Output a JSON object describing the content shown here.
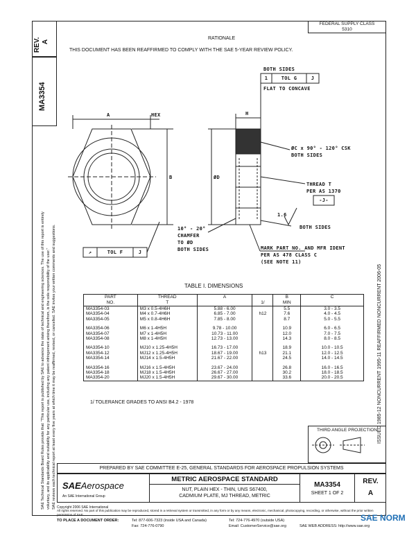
{
  "header": {
    "rev_label": "REV.",
    "rev_value": "A",
    "doc_number": "MA3354",
    "federal_supply_class": "FEDERAL SUPPLY CLASS",
    "fsc_value": "5310",
    "rationale_title": "RATIONALE",
    "rationale_text": "THIS DOCUMENT HAS BEEN REAFFIRMED TO COMPLY WITH THE SAE 5-YEAR REVIEW POLICY."
  },
  "left_notice": [
    "SAE Technical Standards Board Rules provide that: \"This report is published by SAE to advance the state of technical and engineering sciences. The use of this report is entirely",
    "voluntary, and its applicability and suitability for any particular use, including any patent infringement arising therefrom, is the sole responsibility of the user.\"",
    "SAE reviews each technical report at least every five years at which time it may be reaffirmed, revised, or cancelled. SAE invites your written comments and suggestions."
  ],
  "right_history": "ISSUED 1985-12     NONCURRENT 1995-11     REAFFIRMED  NONCURRENT  2006-05",
  "drawing": {
    "both_sides_top": "BOTH SIDES",
    "fcf_top": [
      "1",
      "TOL G",
      "J"
    ],
    "flat_to_concave": "FLAT TO CONCAVE",
    "label_a": "A",
    "label_hex": "HEX",
    "label_h": "H",
    "label_b": "B",
    "label_d": "ØD",
    "csk_note": "ØC x 90° - 120° CSK",
    "csk_both": "BOTH SIDES",
    "thread_note": "THREAD T",
    "thread_per": "PER AS 1370",
    "datum_j": "-J-",
    "finish": "1.6",
    "finish_both": "BOTH SIDES",
    "chamfer_1": "10° - 20°",
    "chamfer_2": "CHAMFER",
    "chamfer_3": "TO ØD",
    "chamfer_4": "BOTH SIDES",
    "fcf_bottom": [
      "↗",
      "TOL F",
      "J"
    ],
    "mark_1": "MARK PART NO. AND MFR IDENT",
    "mark_2": "PER AS 478 CLASS C",
    "mark_3": "(SEE NOTE 11)"
  },
  "table": {
    "title": "TABLE I. DIMENSIONS",
    "headers": {
      "part": "PART",
      "part2": "NO.",
      "thread": "THREAD",
      "thread2": "T",
      "a": "A",
      "note": "1/",
      "b": "B",
      "b2": "MIN",
      "c": "C"
    },
    "groups": [
      [
        [
          "MA3354-03",
          "M3 x 0.5-4H6H",
          "5.88 - 6.00",
          "",
          "5.5",
          "3.0 - 3.5"
        ],
        [
          "MA3354-04",
          "M4 x 0.7-4H6H",
          "6.85 - 7.00",
          "h12",
          "7.6",
          "4.0 - 4.5"
        ],
        [
          "MA3354-05",
          "M5 x 0.8-4H6H",
          "7.85 - 8.00",
          "",
          "8.7",
          "5.0 - 5.5"
        ]
      ],
      [
        [
          "MA3354-06",
          "M6 x 1-4H5H",
          "9.78 - 10.00",
          "",
          "10.9",
          "6.0 - 6.5"
        ],
        [
          "MA3354-07",
          "M7 x 1-4H5H",
          "10.73 - 11.00",
          "",
          "12.0",
          "7.0 - 7.5"
        ],
        [
          "MA3354-08",
          "M8 x 1-4H5H",
          "12.73 - 13.00",
          "",
          "14.3",
          "8.0 - 8.5"
        ]
      ],
      [
        [
          "MA3354-10",
          "MJ10 x 1.25-4H5H",
          "16.73 - 17.00",
          "",
          "18.9",
          "10.0 - 10.5"
        ],
        [
          "MA3354-12",
          "MJ12 x 1.25-4H5H",
          "18.67 - 19.00",
          "h13",
          "21.1",
          "12.0 - 12.5"
        ],
        [
          "MA3354-14",
          "MJ14 x 1.5-4H5H",
          "21.67 - 22.00",
          "",
          "24.5",
          "14.0 - 14.5"
        ]
      ],
      [
        [
          "MA3354-16",
          "MJ16 x 1.5-4H5H",
          "23.67 - 24.00",
          "",
          "26.8",
          "16.0 - 16.5"
        ],
        [
          "MA3354-18",
          "MJ18 x 1.5-4H5H",
          "26.67 - 27.00",
          "",
          "30.2",
          "18.0 - 18.5"
        ],
        [
          "MA3354-20",
          "MJ20 x 1.5-4H5H",
          "29.67 - 30.00",
          "",
          "33.6",
          "20.0 - 20.5"
        ]
      ]
    ],
    "footnote": "1/  TOLERANCE GRADES TO ANSI B4.2 - 1978"
  },
  "projection_label": "THIRD ANGLE PROJECTION",
  "prepared_by": "PREPARED BY SAE COMMITTEE E-25, GENERAL STANDARDS FOR AEROSPACE PROPULSION SYSTEMS",
  "title_block": {
    "logo_sae": "SAE",
    "logo_aero": "Aerospace",
    "logo_sub": "An SAE International Group",
    "standard": "METRIC AEROSPACE STANDARD",
    "desc1": "NUT, PLAIN HEX - THIN, UNS S67400,",
    "desc2": "CADMIUM PLATE, MJ THREAD, METRIC",
    "number": "MA3354",
    "sheet": "SHEET 1 OF 2",
    "rev_label": "REV.",
    "rev_value": "A"
  },
  "footer": {
    "copyright": "Copyright 2006 SAE International",
    "rights": "All rights reserved. No part of this publication may be reproduced, stored in a retrieval system or transmitted, in any form or by any means, electronic, mechanical, photocopying, recording, or otherwise, without the prior written permission of SAE.",
    "order": "TO PLACE A DOCUMENT ORDER:",
    "tel1": "Tel: 877-606-7323 (inside USA and Canada)",
    "tel2": "Tel: 724-776-4970 (outside USA)",
    "fax": "Fax: 724-776-0790",
    "email": "Email: CustomerService@sae.org",
    "web": "SAE WEB ADDRESS: http://www.sae.org",
    "watermark": "SAE NORM"
  },
  "colors": {
    "ink": "#111111",
    "watermark": "#1f6fb5"
  }
}
